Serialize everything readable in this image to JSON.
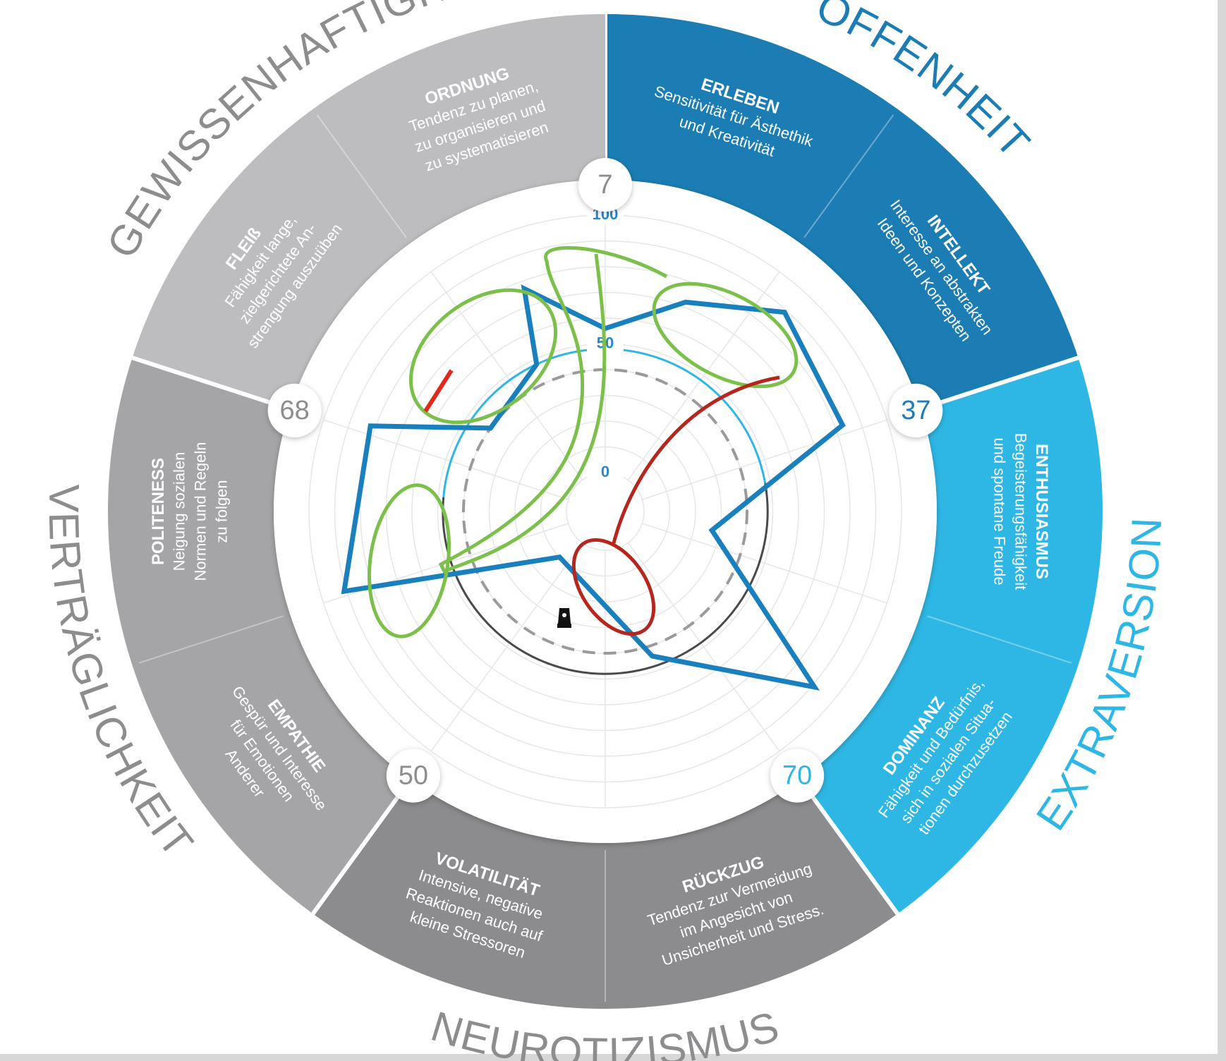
{
  "chart_data": {
    "type": "radar",
    "radial_ticks": [
      "100",
      "50",
      "0"
    ],
    "rlim": [
      0,
      100
    ],
    "dimensions": [
      {
        "key": "offenheit",
        "name": "OFFENHEIT",
        "color": "#1b7db3",
        "score": "37",
        "facets": [
          {
            "title": "ERLEBEN",
            "lines": [
              "Sensitivität für Ästhethik",
              "und Kreativität"
            ]
          },
          {
            "title": "INTELLEKT",
            "lines": [
              "Interesse an abstrakten",
              "Ideen und Konzepten"
            ]
          }
        ]
      },
      {
        "key": "extraversion",
        "name": "EXTRAVERSION",
        "color": "#2eb7e4",
        "score": "70",
        "facets": [
          {
            "title": "ENTHUSIASMUS",
            "lines": [
              "Begeisterungsfähigkeit",
              "und spontane Freude"
            ]
          },
          {
            "title": "DOMINANZ",
            "lines": [
              "Fähigkeit und Bedürfnis,",
              "sich in sozialen Situa-",
              "tionen durchzusetzen"
            ]
          }
        ]
      },
      {
        "key": "neurotizismus",
        "name": "NEUROTIZISMUS",
        "color": "#8c8c8f",
        "score": "50",
        "facets": [
          {
            "title": "RÜCKZUG",
            "lines": [
              "Tendenz zur Vermeidung",
              "im Angesicht von",
              "Unsicherheit und Stress."
            ]
          },
          {
            "title": "VOLATILITÄT",
            "lines": [
              "Intensive, negative",
              "Reaktionen auch auf",
              "kleine Stressoren"
            ]
          }
        ]
      },
      {
        "key": "vertraeglichkeit",
        "name": "VERTRÄGLICHKEIT",
        "color": "#a5a5a8",
        "score": "68",
        "facets": [
          {
            "title": "EMPATHIE",
            "lines": [
              "Gespür und Interesse",
              "für Emotionen",
              "Anderer"
            ]
          },
          {
            "title": "POLITENESS",
            "lines": [
              "Neigung sozialen",
              "Normen und Regeln",
              "zu folgen"
            ]
          }
        ]
      },
      {
        "key": "gewissenhaftigkeit",
        "name": "GEWISSENHAFTIGKEIT",
        "color": "#bdbdc0",
        "score": "7",
        "facets": [
          {
            "title": "FLEIß",
            "lines": [
              "Fähigkeit lange,",
              "zielgerichtete An-",
              "strengung auszuüben"
            ]
          },
          {
            "title": "ORDNUNG",
            "lines": [
              "Tendenz zu planen,",
              "zu organisieren und",
              "zu systematisieren"
            ]
          }
        ]
      }
    ],
    "series": [
      {
        "name": "",
        "color": "#1a7fbd",
        "points": [
          {
            "angle_deg": 0,
            "value": 56
          },
          {
            "angle_deg": 21,
            "value": 72
          },
          {
            "angle_deg": 42,
            "value": 89
          },
          {
            "angle_deg": 70,
            "value": 83
          },
          {
            "angle_deg": 100,
            "value": 27
          },
          {
            "angle_deg": 130,
            "value": 91
          },
          {
            "angle_deg": 162,
            "value": 44
          },
          {
            "angle_deg": 225,
            "value": 10
          },
          {
            "angle_deg": 253,
            "value": 91
          },
          {
            "angle_deg": 290,
            "value": 82
          },
          {
            "angle_deg": 306,
            "value": 40
          },
          {
            "angle_deg": 335,
            "value": 48
          },
          {
            "angle_deg": 340,
            "value": 77
          }
        ]
      }
    ],
    "reference_ring_value": 48,
    "grid_rings": 11
  },
  "annotations": {
    "green_color": "#7cc04b",
    "red_color": "#b5261d",
    "stroke_red": "#e3281b"
  }
}
